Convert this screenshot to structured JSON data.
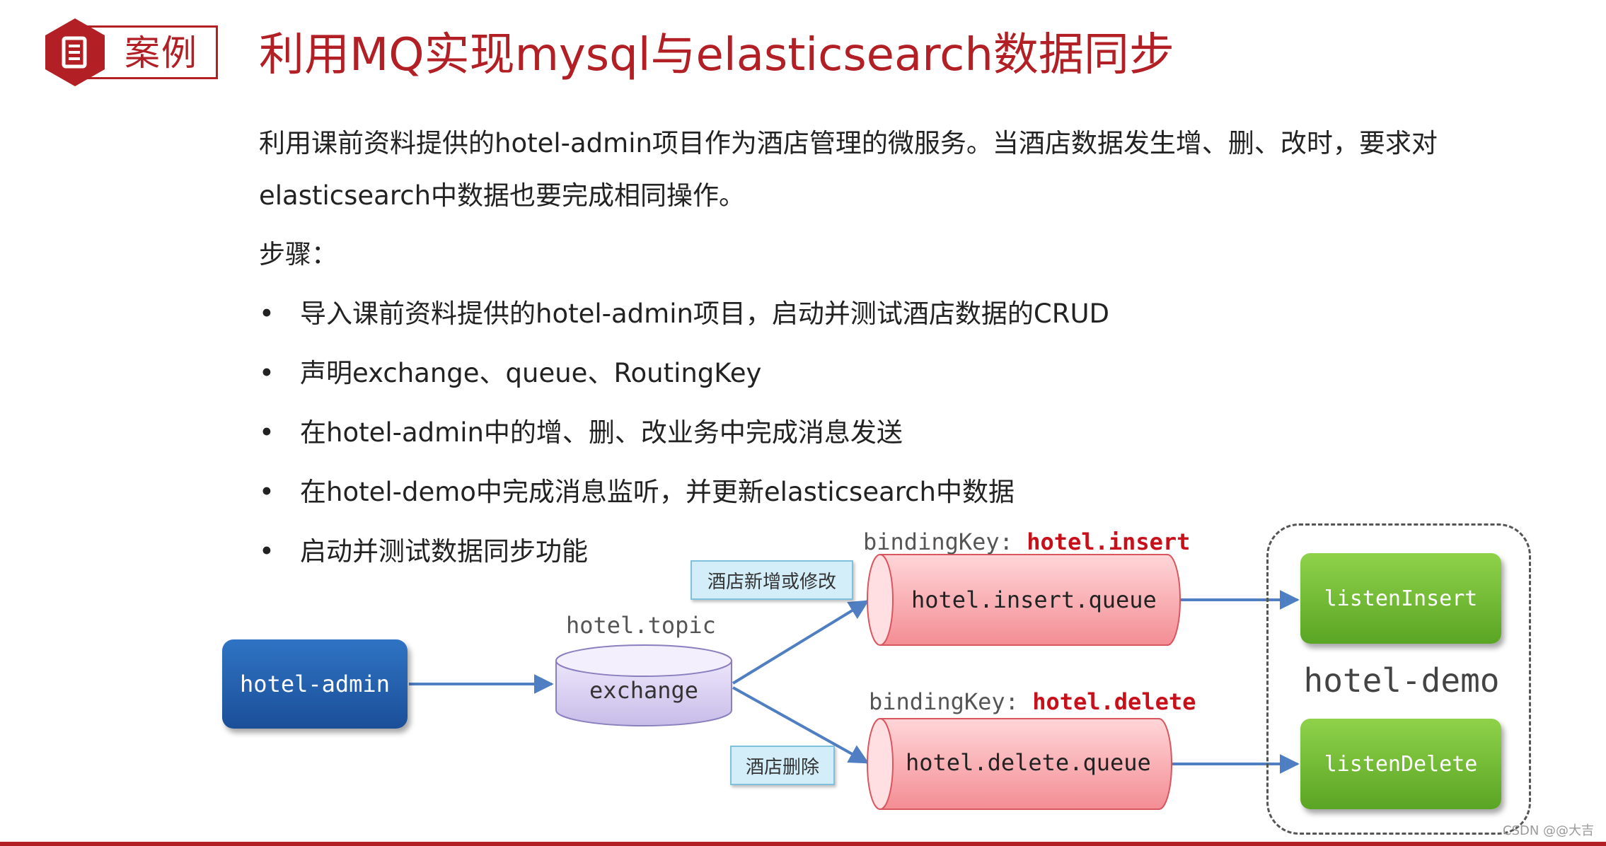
{
  "header": {
    "badge_icon": "document-icon",
    "badge_label": "案例",
    "title": "利用MQ实现mysql与elasticsearch数据同步"
  },
  "intro": {
    "line1": "利用课前资料提供的hotel-admin项目作为酒店管理的微服务。当酒店数据发生增、删、改时，要求对",
    "line2": "elasticsearch中数据也要完成相同操作。"
  },
  "steps": {
    "title": "步骤：",
    "items": [
      "导入课前资料提供的hotel-admin项目，启动并测试酒店数据的CRUD",
      "声明exchange、queue、RoutingKey",
      "在hotel-admin中的增、删、改业务中完成消息发送",
      "在hotel-demo中完成消息监听，并更新elasticsearch中数据",
      "启动并测试数据同步功能"
    ]
  },
  "diagram": {
    "publisher": "hotel-admin",
    "exchange_type": "hotel.topic",
    "exchange": "exchange",
    "tag_insert": "酒店新增或修改",
    "tag_delete": "酒店删除",
    "binding_prefix": "bindingKey:",
    "binding_insert": "hotel.insert",
    "binding_delete": "hotel.delete",
    "queue_insert": "hotel.insert.queue",
    "queue_delete": "hotel.delete.queue",
    "consumer_group": "hotel-demo",
    "listener_insert": "listenInsert",
    "listener_delete": "listenDelete",
    "colors": {
      "publisher": "#2a68b8",
      "exchange": "#d8d0f0",
      "queue": "#f7a5aa",
      "listener": "#7cc13c",
      "accent": "#b21f24",
      "key": "#c8101b"
    }
  },
  "watermark": "CSDN @@大吉"
}
